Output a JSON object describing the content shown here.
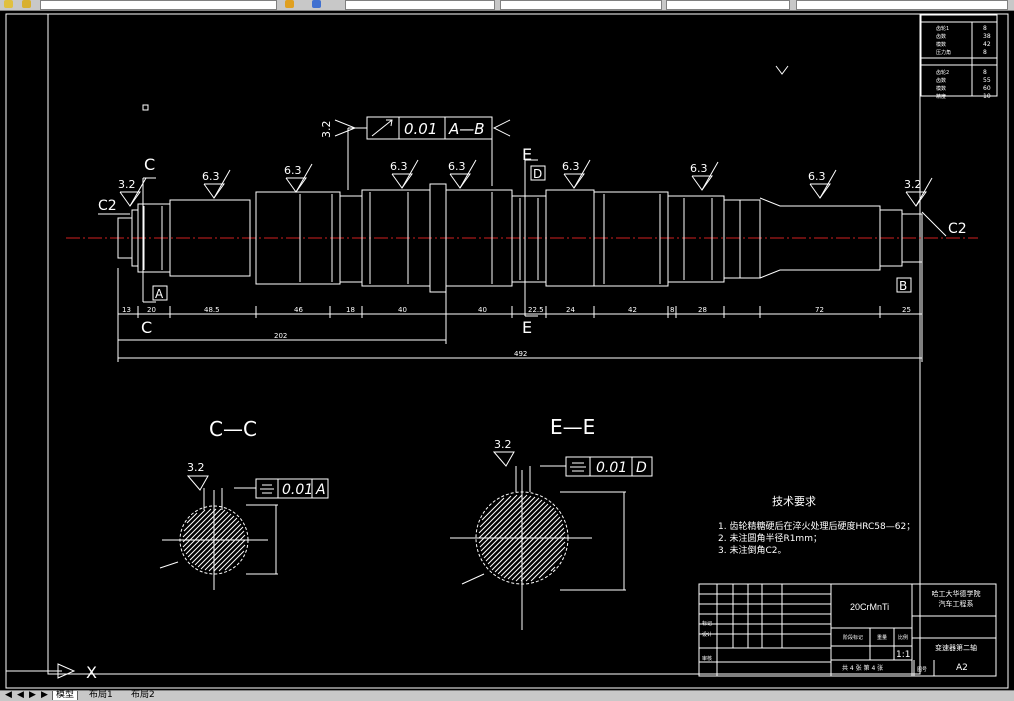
{
  "toolbar": {
    "tabs": [
      "模型",
      "布局1",
      "布局2"
    ]
  },
  "drawing": {
    "section_c_title": "C—C",
    "section_e_title": "E—E",
    "section_c_letter": "C",
    "section_e_letter": "E",
    "chamfer_left": "C2",
    "chamfer_right": "C2",
    "roughness_marks": [
      "3.2",
      "6.3",
      "6.3",
      "6.3",
      "6.3",
      "6.3",
      "6.3",
      "6.3",
      "3.2"
    ],
    "roughness_runout": "3.2",
    "runout_tolerance": "0.01",
    "runout_datum": "A—B",
    "datum_a": "A",
    "datum_b": "B",
    "datum_d": "D",
    "sym_tol_c": "0.01",
    "sym_datum_c": "A",
    "sym_tol_e": "0.01",
    "sym_datum_e": "D",
    "rough_c": "3.2",
    "rough_e": "3.2",
    "dim_segments": [
      "13",
      "20",
      "48.5",
      "46",
      "18",
      "40",
      "40",
      "22.5",
      "24",
      "42",
      "8",
      "28",
      "72",
      "25"
    ],
    "dim_202": "202",
    "dim_492": "492",
    "x_axis_label": "X"
  },
  "notes": {
    "title": "技术要求",
    "items": [
      "1. 齿轮精糖硬后在淬火处理后硬度HRC58—62；",
      "2. 未注圆角半径R1mm；",
      "3. 未注倒角C2。"
    ]
  },
  "title_block": {
    "material": "20CrMnTi",
    "school_line1": "哈工大华德学院",
    "school_line2": "汽车工程系",
    "part_name": "变速器第二轴",
    "scale": "1:1",
    "sheet": "共 4 张  第 4 张",
    "size": "A2",
    "label_mark": "标记",
    "label_design": "设计",
    "label_review": "审核",
    "label_stage": "阶段标记",
    "label_weight": "重量",
    "label_ratio": "比例",
    "label_drawing": "图号"
  },
  "gear_table": {
    "rows": [
      [
        "齿轮1",
        "8"
      ],
      [
        "齿数",
        "38"
      ],
      [
        "模数",
        "42"
      ],
      [
        "压力角",
        "8"
      ],
      [
        "齿轮2",
        "8"
      ],
      [
        "齿数",
        "55"
      ],
      [
        "模数",
        "60"
      ],
      [
        "精度",
        "10"
      ]
    ]
  }
}
